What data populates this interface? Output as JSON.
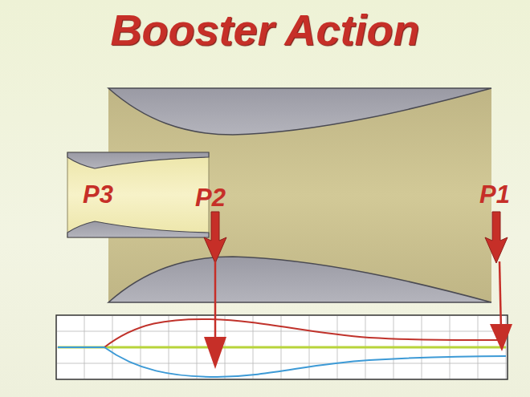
{
  "diagram": {
    "title": "Booster Action",
    "labels": [
      "P3",
      "P2",
      "P1"
    ]
  }
}
